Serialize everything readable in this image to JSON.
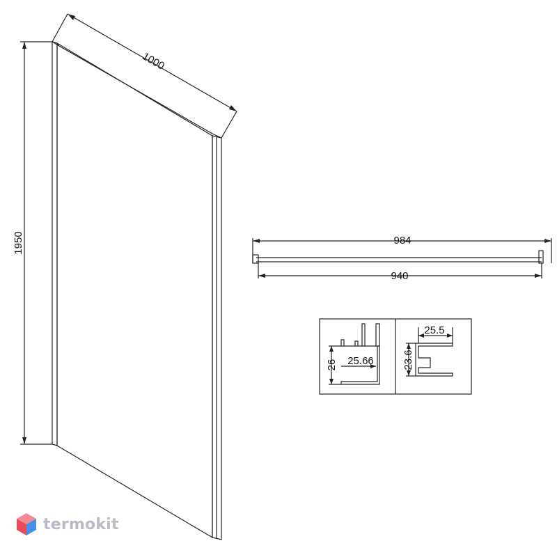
{
  "dimensions": {
    "panel_width": "1000",
    "panel_height": "1950",
    "top_overall": "984",
    "top_glass": "940",
    "profile_a_height": "26",
    "profile_a_width": "25.66",
    "profile_b_height": "23.6",
    "profile_b_width": "25.5"
  },
  "brand": {
    "name": "termokit",
    "logo_colors": [
      "#e94b5a",
      "#4a8fe7",
      "#b7bcc6"
    ]
  }
}
